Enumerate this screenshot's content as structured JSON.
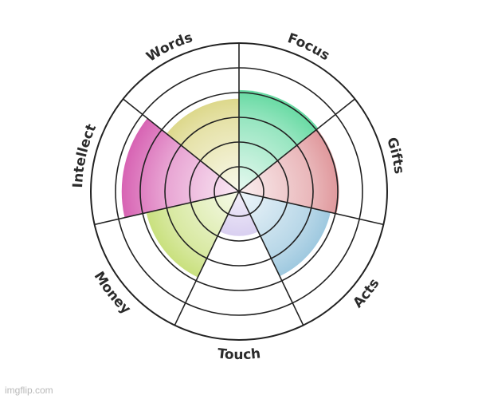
{
  "chart_data": {
    "type": "polar-area",
    "title": "",
    "radial_max": 1.0,
    "rings": 5,
    "categories": [
      "Focus",
      "Gifts",
      "Acts",
      "Touch",
      "Money",
      "Intellect",
      "Words"
    ],
    "values": [
      0.82,
      0.81,
      0.76,
      0.36,
      0.77,
      0.95,
      0.75
    ],
    "colors": [
      "#3fd08a",
      "#d77b80",
      "#7bb5d4",
      "#9b82d8",
      "#b6d651",
      "#d55aaf",
      "#cfc95e"
    ],
    "grid": true,
    "legend": "none"
  },
  "watermark": "imgflip.com"
}
